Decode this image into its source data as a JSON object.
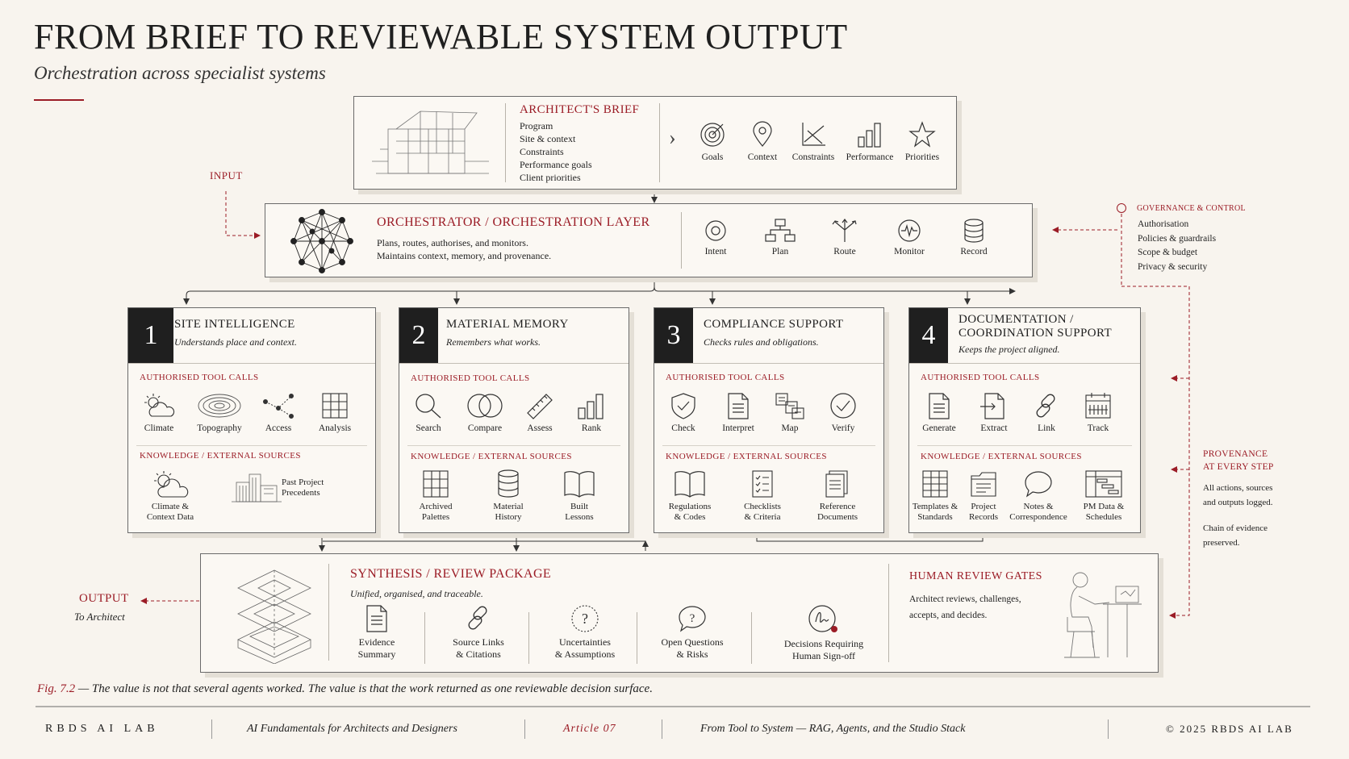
{
  "header": {
    "title": "FROM BRIEF TO REVIEWABLE SYSTEM OUTPUT",
    "subtitle": "Orchestration across specialist systems"
  },
  "input_label": "INPUT",
  "brief": {
    "title": "ARCHITECT'S BRIEF",
    "items": [
      "Program",
      "Site & context",
      "Constraints",
      "Performance goals",
      "Client priorities"
    ],
    "icons": [
      {
        "label": "Goals",
        "icon": "target-icon"
      },
      {
        "label": "Context",
        "icon": "map-pin-icon"
      },
      {
        "label": "Constraints",
        "icon": "constraint-graph-icon"
      },
      {
        "label": "Performance",
        "icon": "bar-chart-icon"
      },
      {
        "label": "Priorities",
        "icon": "star-icon"
      }
    ]
  },
  "orchestrator": {
    "title": "ORCHESTRATOR / ORCHESTRATION LAYER",
    "line1": "Plans, routes, authorises, and monitors.",
    "line2": "Maintains context, memory, and provenance.",
    "icons": [
      {
        "label": "Intent",
        "icon": "intent-icon"
      },
      {
        "label": "Plan",
        "icon": "flowchart-icon"
      },
      {
        "label": "Route",
        "icon": "route-arrows-icon"
      },
      {
        "label": "Monitor",
        "icon": "pulse-icon"
      },
      {
        "label": "Record",
        "icon": "database-icon"
      }
    ]
  },
  "governance": {
    "title": "GOVERNANCE & CONTROL",
    "items": [
      "Authorisation",
      "Policies & guardrails",
      "Scope & budget",
      "Privacy & security"
    ]
  },
  "provenance": {
    "title_line1": "PROVENANCE",
    "title_line2": "AT EVERY STEP",
    "text1_line1": "All actions, sources",
    "text1_line2": "and outputs logged.",
    "text2_line1": "Chain of evidence",
    "text2_line2": "preserved."
  },
  "section_labels": {
    "tools": "AUTHORISED TOOL CALLS",
    "knowledge": "KNOWLEDGE / EXTERNAL SOURCES"
  },
  "agents": [
    {
      "num": "1",
      "title_line1": "SITE INTELLIGENCE",
      "title_line2": "",
      "desc": "Understands place and context.",
      "tools": [
        "Climate",
        "Topography",
        "Access",
        "Analysis"
      ],
      "knowledge": [
        {
          "l1": "Climate &",
          "l2": "Context Data"
        },
        {
          "l1": "Past Project",
          "l2": "Precedents"
        }
      ]
    },
    {
      "num": "2",
      "title_line1": "MATERIAL MEMORY",
      "title_line2": "",
      "desc": "Remembers what works.",
      "tools": [
        "Search",
        "Compare",
        "Assess",
        "Rank"
      ],
      "knowledge": [
        {
          "l1": "Archived",
          "l2": "Palettes"
        },
        {
          "l1": "Material",
          "l2": "History"
        },
        {
          "l1": "Built",
          "l2": "Lessons"
        }
      ]
    },
    {
      "num": "3",
      "title_line1": "COMPLIANCE SUPPORT",
      "title_line2": "",
      "desc": "Checks rules and obligations.",
      "tools": [
        "Check",
        "Interpret",
        "Map",
        "Verify"
      ],
      "knowledge": [
        {
          "l1": "Regulations",
          "l2": "& Codes"
        },
        {
          "l1": "Checklists",
          "l2": "& Criteria"
        },
        {
          "l1": "Reference",
          "l2": "Documents"
        }
      ]
    },
    {
      "num": "4",
      "title_line1": "DOCUMENTATION /",
      "title_line2": "COORDINATION SUPPORT",
      "desc": "Keeps the project aligned.",
      "tools": [
        "Generate",
        "Extract",
        "Link",
        "Track"
      ],
      "knowledge": [
        {
          "l1": "Templates &",
          "l2": "Standards"
        },
        {
          "l1": "Project",
          "l2": "Records"
        },
        {
          "l1": "Notes &",
          "l2": "Correspondence"
        },
        {
          "l1": "PM Data &",
          "l2": "Schedules"
        }
      ]
    }
  ],
  "synthesis": {
    "title": "SYNTHESIS / REVIEW PACKAGE",
    "desc": "Unified, organised, and traceable.",
    "items": [
      {
        "l1": "Evidence",
        "l2": "Summary"
      },
      {
        "l1": "Source Links",
        "l2": "& Citations"
      },
      {
        "l1": "Uncertainties",
        "l2": "& Assumptions"
      },
      {
        "l1": "Open Questions",
        "l2": "& Risks"
      },
      {
        "l1": "Decisions Requiring",
        "l2": "Human Sign-off"
      }
    ]
  },
  "human_review": {
    "title": "HUMAN REVIEW GATES",
    "line1": "Architect reviews, challenges,",
    "line2": "accepts, and decides."
  },
  "output": {
    "label": "OUTPUT",
    "sub": "To Architect"
  },
  "caption": {
    "fig": "Fig. 7.2",
    "text": " — The value is not that several agents worked. The value is that the work returned as one reviewable decision surface."
  },
  "footer": {
    "brand": "RBDS AI LAB",
    "course": "AI Fundamentals for Architects and Designers",
    "article": "Article 07",
    "series": "From Tool to System — RAG, Agents, and the Studio Stack",
    "copyright": "© 2025 RBDS AI LAB"
  },
  "colors": {
    "accent": "#9b1c26",
    "ink": "#1f1f1f",
    "paper": "#f8f4ee"
  }
}
